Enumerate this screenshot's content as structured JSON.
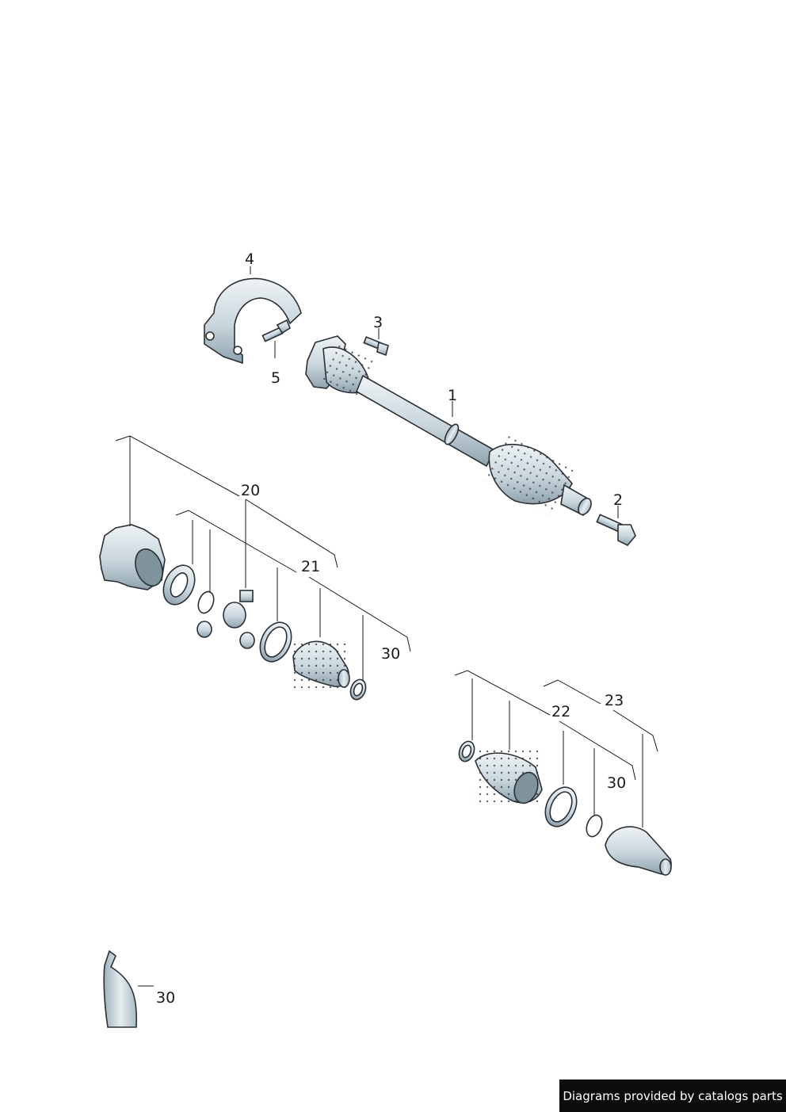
{
  "labels": {
    "l1": "1",
    "l2": "2",
    "l3": "3",
    "l4": "4",
    "l5": "5",
    "l20": "20",
    "l21": "21",
    "l22": "22",
    "l23": "23",
    "l30a": "30",
    "l30b": "30",
    "l30c": "30"
  },
  "credit": "Diagrams provided by catalogs parts",
  "colors": {
    "part_fill": "#d5e0e6",
    "part_shadow": "#8fa3ad",
    "outline": "#2a2f35",
    "credit_bg": "#0d0d0d",
    "credit_text": "#ffffff"
  }
}
